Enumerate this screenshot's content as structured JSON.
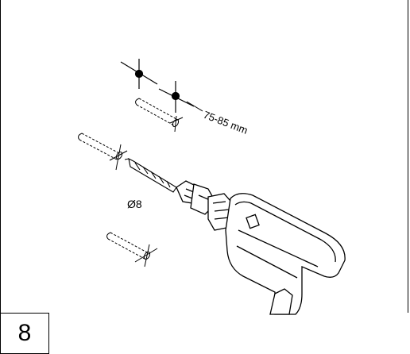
{
  "step": {
    "number": "8"
  },
  "labels": {
    "hole_spacing": "75-85 mm",
    "drill_diameter": "Ø8"
  },
  "icons": [
    "drill-icon",
    "drill-bit-icon",
    "wall-plug-icon",
    "mounting-point-icon"
  ]
}
